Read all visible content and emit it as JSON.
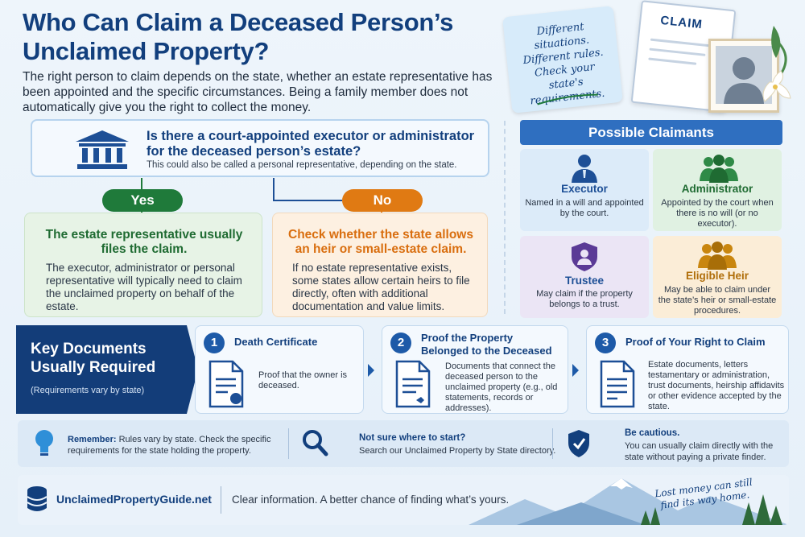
{
  "header": {
    "title": "Who Can Claim a Deceased Person’s Unclaimed Property?",
    "intro": "The right person to claim depends on the state, whether an estate representative has been appointed and the specific circumstances. Being a family member does not automatically give you the right to collect the money.",
    "sticky_note": "Different situations. Different rules. Check your state's requirements.",
    "claim_card_label": "CLAIM"
  },
  "flow": {
    "question": "Is there a court-appointed executor or administrator for the deceased person’s estate?",
    "question_sub": "This could also be called a personal representative, depending on the state.",
    "yes_label": "Yes",
    "no_label": "No",
    "yes_title": "The estate representative usually files the claim.",
    "yes_body": "The executor, administrator or personal representative will typically need to claim the unclaimed property on behalf of the estate.",
    "no_title": "Check whether the state allows an heir or small-estate claim.",
    "no_body": "If no estate representative exists, some states allow certain heirs to file directly, often with additional documentation and value limits."
  },
  "claimants": {
    "header": "Possible Claimants",
    "items": [
      {
        "name": "Executor",
        "desc": "Named in a will and appointed by the court."
      },
      {
        "name": "Administrator",
        "desc": "Appointed by the court when there is no will (or no executor)."
      },
      {
        "name": "Trustee",
        "desc": "May claim if the property belongs to a trust."
      },
      {
        "name": "Eligible Heir",
        "desc": "May be able to claim under the state’s heir or small-estate procedures."
      }
    ]
  },
  "documents": {
    "title": "Key Documents Usually Required",
    "note": "(Requirements vary by state)",
    "items": [
      {
        "num": "1",
        "title": "Death Certificate",
        "body": "Proof that the owner is deceased."
      },
      {
        "num": "2",
        "title": "Proof the Property Belonged to the Deceased",
        "body": "Documents that connect the deceased person to the unclaimed property (e.g., old statements, records or addresses)."
      },
      {
        "num": "3",
        "title": "Proof of Your Right to Claim",
        "body": "Estate documents, letters testamentary or administration, trust documents, heirship affidavits or other evidence accepted by the state."
      }
    ]
  },
  "tips": {
    "remember_label": "Remember:",
    "remember_text": "Rules vary by state. Check the specific requirements for the state holding the property.",
    "start_title": "Not sure where to start?",
    "start_text": "Search our Unclaimed Property by State directory.",
    "caution_title": "Be cautious.",
    "caution_text": "You can usually claim directly with the state without paying a private finder."
  },
  "footer": {
    "site_name": "UnclaimedPropertyGuide.net",
    "tagline": "Clear information. A better chance of finding what’s yours.",
    "motto": "Lost money can still find its way home."
  }
}
